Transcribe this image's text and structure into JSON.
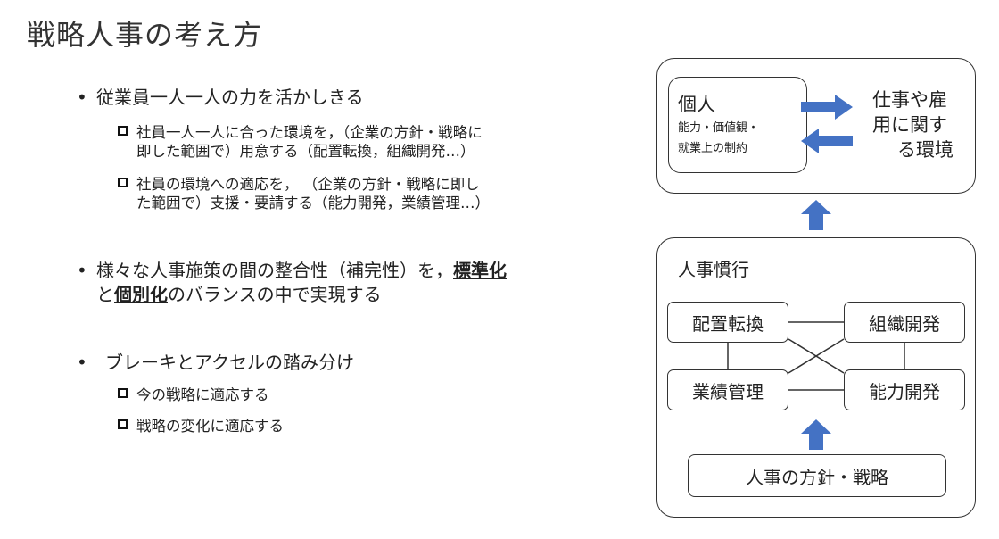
{
  "title": "戦略人事の考え方",
  "bullets": [
    {
      "text": "従業員一人一人の力を活かしきる",
      "subs": [
        {
          "line1": "社員一人一人に合った環境を，（企業の方針・戦略に",
          "line2": "即した範囲で）用意する（配置転換，組織開発…）"
        },
        {
          "line1": "社員の環境への適応を，  （企業の方針・戦略に即し",
          "line2": "た範囲で）支援・要請する（能力開発，業績管理…）"
        }
      ]
    },
    {
      "text_a": "様々な人事施策の間の整合性（補完性）を，",
      "bold_1": "標準化",
      "text_b": "と",
      "bold_2": "個別化",
      "text_c": "のバランスの中で実現する"
    },
    {
      "text": "ブレーキとアクセルの踏み分け",
      "subs": [
        {
          "line1": "今の戦略に適応する"
        },
        {
          "line1": "戦略の変化に適応する"
        }
      ]
    }
  ],
  "diagram": {
    "individual": {
      "title": "個人",
      "line1": "能力・価値観・",
      "line2": "就業上の制約"
    },
    "environment": {
      "line1": "仕事や雇",
      "line2": "用に関す",
      "line3": "る環境"
    },
    "practices": {
      "title": "人事慣行",
      "boxes": [
        "配置転換",
        "組織開発",
        "業績管理",
        "能力開発"
      ]
    },
    "policy": "人事の方針・戦略",
    "arrow_color": "#4472C4"
  }
}
